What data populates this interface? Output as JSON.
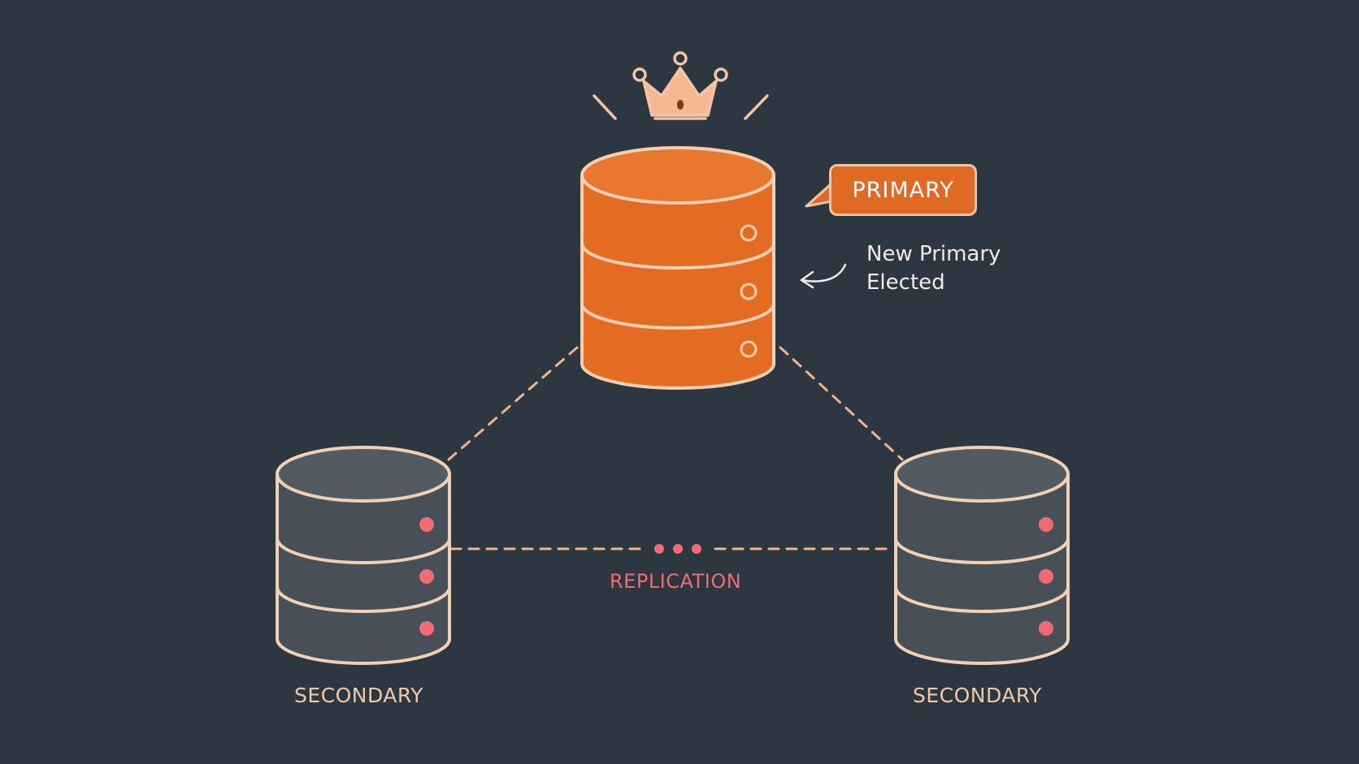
{
  "diagram": {
    "primary": {
      "badge": "PRIMARY",
      "note_line1": "New Primary",
      "note_line2": "Elected",
      "icon": "crown-icon"
    },
    "secondaries": [
      {
        "label": "SECONDARY"
      },
      {
        "label": "SECONDARY"
      }
    ],
    "link_label": "REPLICATION",
    "colors": {
      "background": "#2d3741",
      "primary_fill": "#e36c22",
      "outline": "#f3cfb3",
      "secondary_fill": "#474f58",
      "indicator": "#f06c72",
      "connector": "#f1b48c"
    }
  }
}
